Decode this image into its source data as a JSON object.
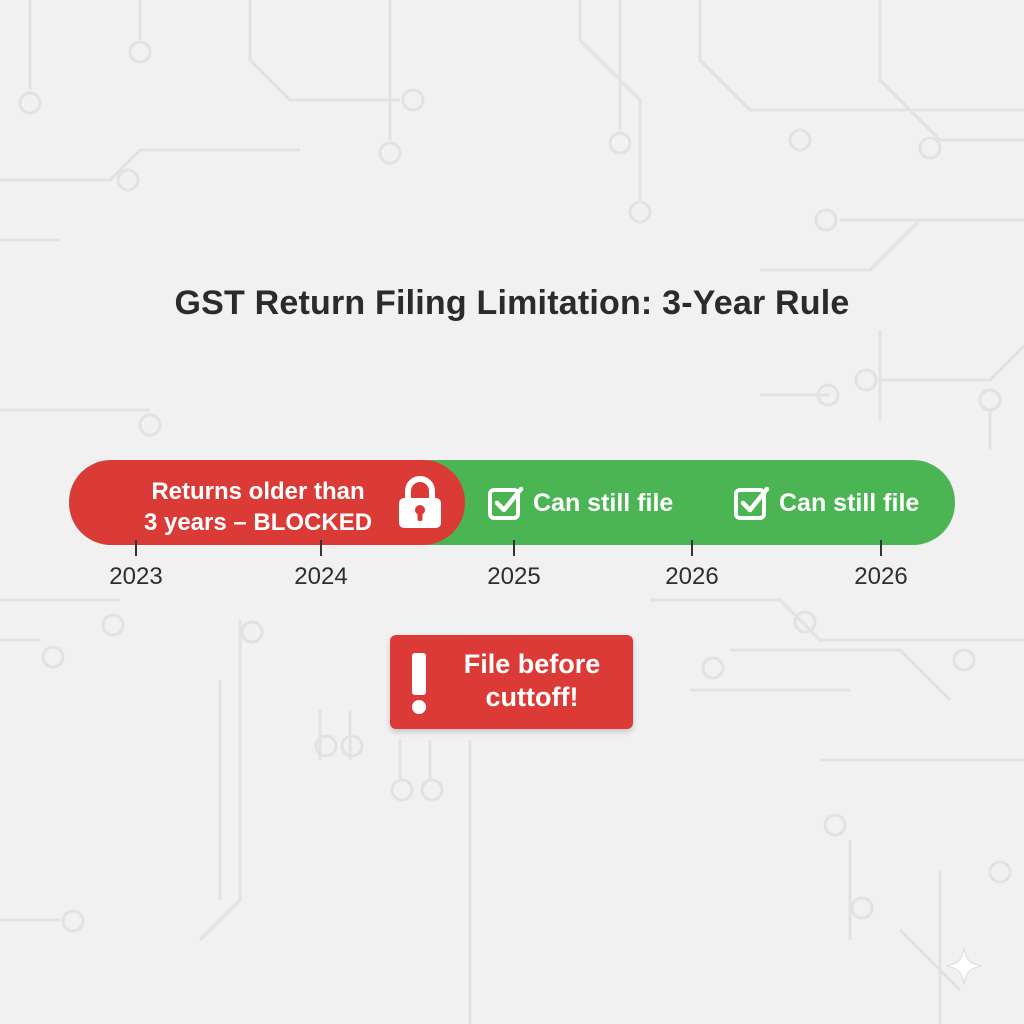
{
  "title": "GST Return Filing Limitation: 3-Year Rule",
  "blocked": {
    "line1": "Returns older than",
    "line2": "3 years – BLOCKED",
    "icon": "lock-icon",
    "color": "#db3b37"
  },
  "allowed": {
    "color": "#4cb553",
    "items": [
      {
        "label": "Can still file",
        "icon": "check-box-icon"
      },
      {
        "label": "Can still file",
        "icon": "check-box-icon"
      }
    ]
  },
  "ticks": [
    {
      "label": "2023"
    },
    {
      "label": "2024"
    },
    {
      "label": "2025"
    },
    {
      "label": "2026"
    },
    {
      "label": "2026"
    }
  ],
  "warning": {
    "line1": "File before",
    "line2": "cuttoff!",
    "icon": "exclamation-icon",
    "color": "#dc3a36"
  }
}
